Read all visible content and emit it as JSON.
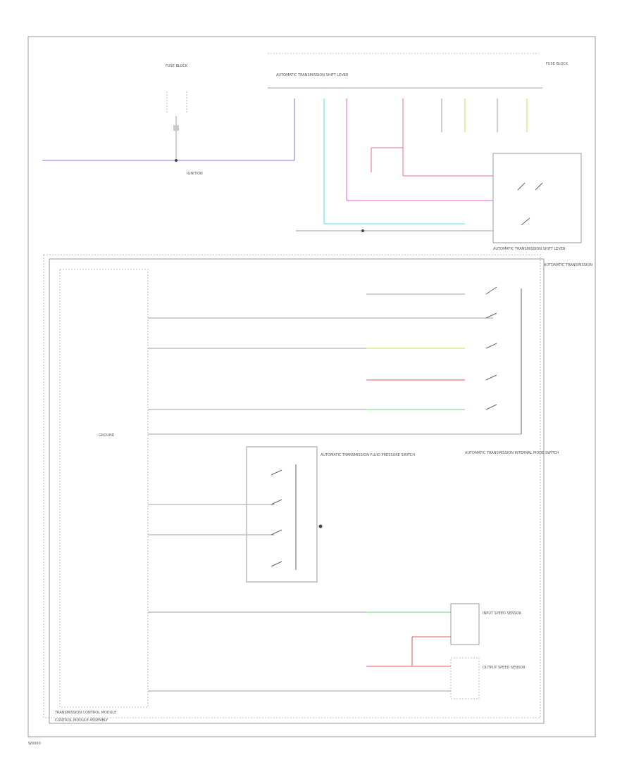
{
  "colors": {
    "blue": "#8f96e8",
    "cyan": "#76e8e4",
    "magenta": "#f07cf0",
    "pink": "#f08aa8",
    "yellow": "#e6e07a",
    "red": "#f07878",
    "green": "#8ee08e",
    "gray": "#b5b5b5",
    "frame": "#999999"
  },
  "labels": {
    "corner_code": "W0000",
    "shift_lever": "AUTOMATIC TRANSMISSION SHIFT LEVER",
    "transmission": "AUTOMATIC TRANSMISSION",
    "tcm": "TRANSMISSION CONTROL MODULE",
    "ecm": "CONTROL MODULE ASSEMBLY",
    "fuse_block": "FUSE BLOCK",
    "pressure_switch": "AUTOMATIC TRANSMISSION FLUID PRESSURE SWITCH",
    "range_switch": "AUTOMATIC TRANSMISSION INTERNAL MODE SWITCH",
    "input_speed": "INPUT SPEED SENSOR",
    "output_speed": "OUTPUT SPEED SENSOR",
    "ground": "GROUND",
    "ignition": "IGNITION"
  }
}
